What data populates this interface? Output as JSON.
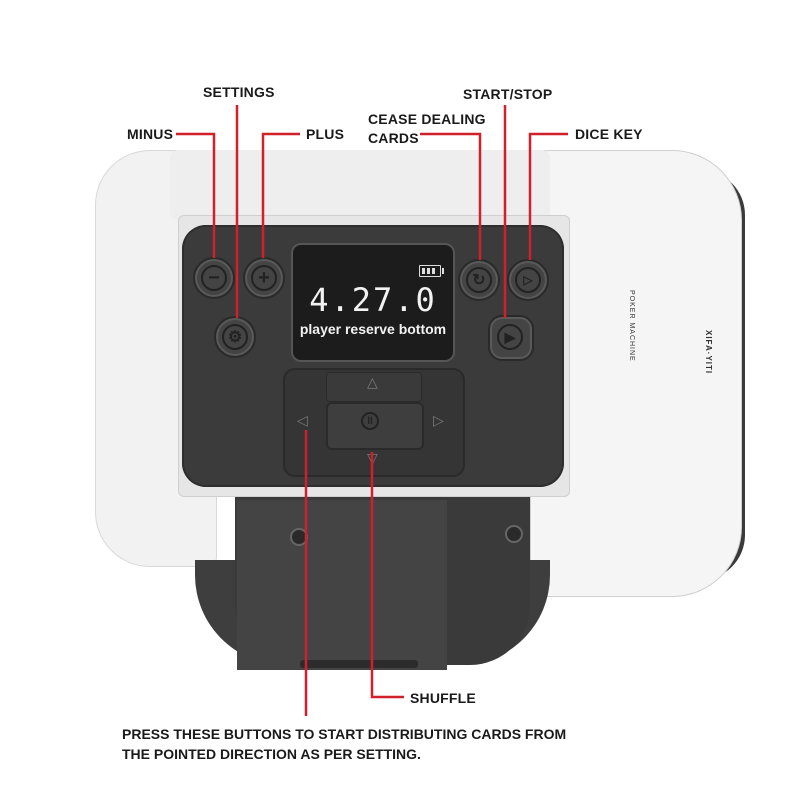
{
  "callouts": {
    "minus": "MINUS",
    "settings": "SETTINGS",
    "plus": "PLUS",
    "cease_line1": "CEASE DEALING",
    "cease_line2": "CARDS",
    "start_stop": "START/STOP",
    "dice_key": "DICE KEY",
    "shuffle": "SHUFFLE"
  },
  "note": "PRESS THESE BUTTONS TO START DISTRIBUTING CARDS FROM THE POINTED DIRECTION AS PER SETTING.",
  "screen": {
    "value": "4.27.0",
    "label": "player reserve bottom"
  },
  "side_text": {
    "poker_machine": "POKER MACHINE",
    "brand": "XIFA·YITI"
  },
  "colors": {
    "leader_line": "#d0202a",
    "panel": "#3b3b3b",
    "label_text": "#1a1a1a"
  },
  "icons": {
    "minus": "minus-icon",
    "plus": "plus-icon",
    "settings": "gear-icon",
    "cease": "refresh-icon",
    "dice": "dice-icon",
    "start": "play-icon",
    "shuffle": "pause-icon"
  }
}
